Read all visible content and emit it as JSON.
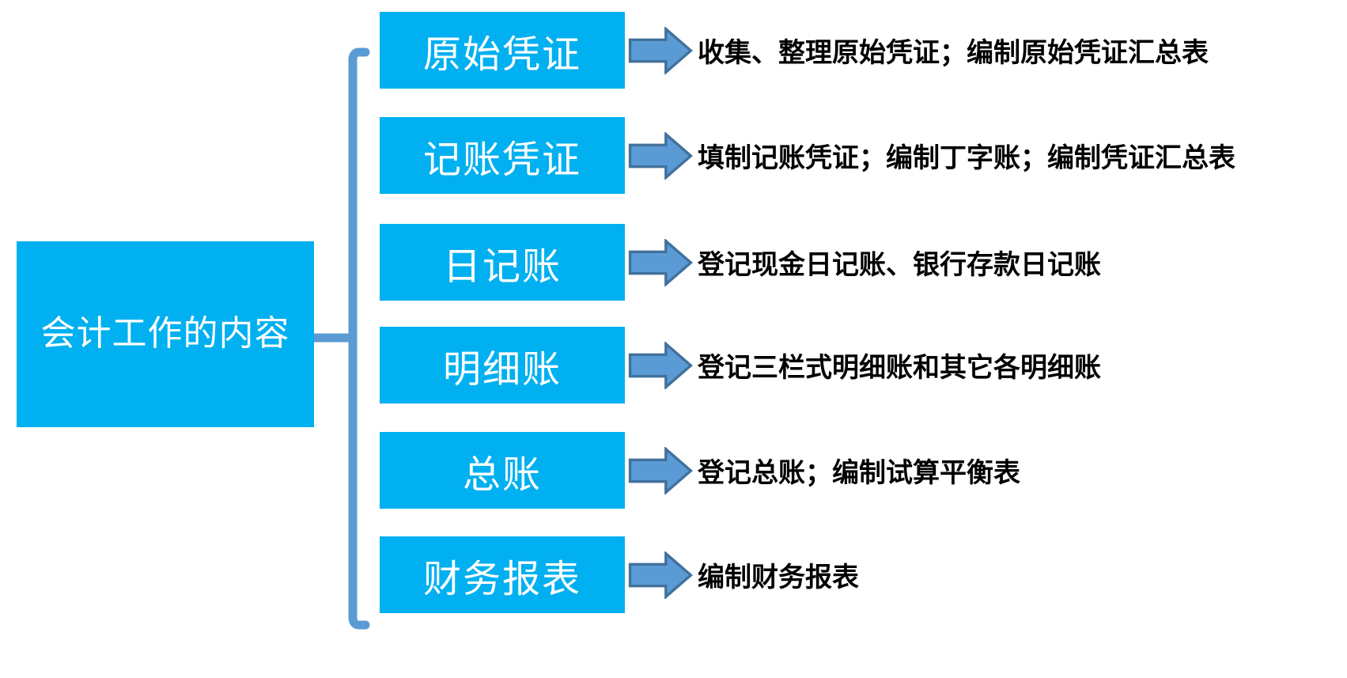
{
  "diagram": {
    "root_label": "会计工作的内容",
    "rows": [
      {
        "label": "原始凭证",
        "description": "收集、整理原始凭证；编制原始凭证汇总表"
      },
      {
        "label": "记账凭证",
        "description": "填制记账凭证；编制丁字账；编制凭证汇总表"
      },
      {
        "label": "日记账",
        "description": "登记现金日记账、银行存款日记账"
      },
      {
        "label": "明细账",
        "description": "登记三栏式明细账和其它各明细账"
      },
      {
        "label": "总账",
        "description": "登记总账；编制试算平衡表"
      },
      {
        "label": "财务报表",
        "description": "编制财务报表"
      }
    ],
    "icons": {
      "arrow": "right-block-arrow-icon",
      "connector": "left-bracket-connector"
    },
    "colors": {
      "node_fill": "#00B0F0",
      "node_text": "#FFFFFF",
      "connector": "#5B9BD5",
      "arrow_fill": "#5B9BD5",
      "arrow_border": "#41719C",
      "description_text": "#000000",
      "background": "#FFFFFF"
    }
  }
}
